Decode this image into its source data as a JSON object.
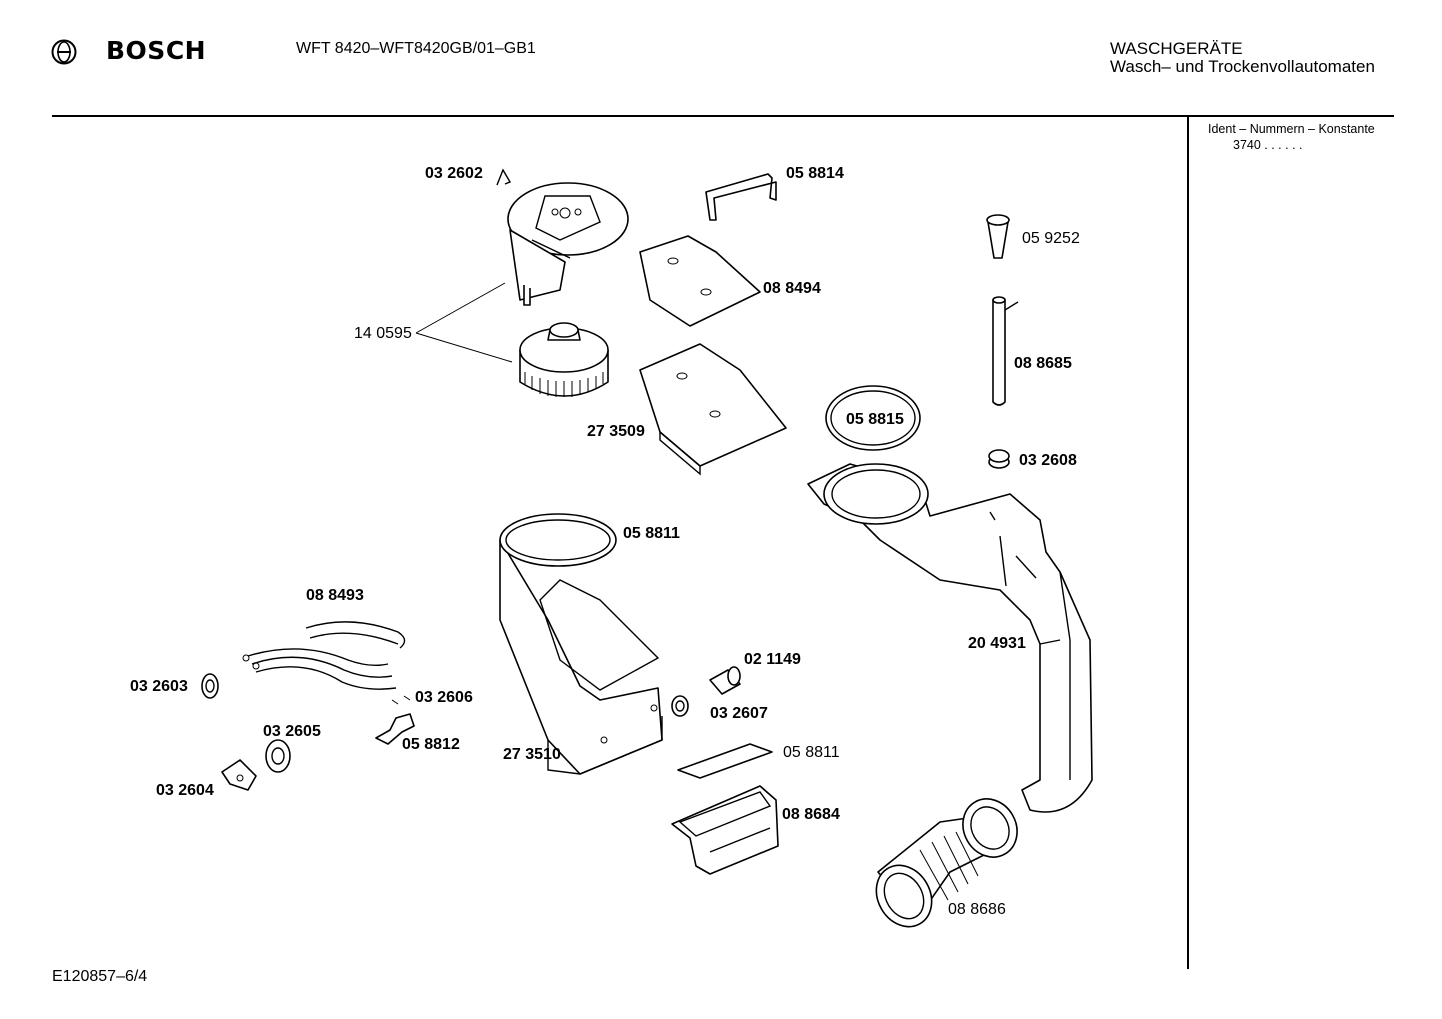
{
  "header": {
    "brand": "BOSCH",
    "model": "WFT 8420–WFT8420GB/01–GB1",
    "category_line1": "WASCHGERÄTE",
    "category_line2": "Wasch– und Trockenvollautomaten"
  },
  "side_panel": {
    "ident_title": "Ident – Nummern – Konstante",
    "ident_value": "3740 . . . . . ."
  },
  "footer": {
    "doc_code": "E120857–6/4"
  },
  "part_labels": {
    "p032602": "03 2602",
    "p058814": "05 8814",
    "p059252": "05 9252",
    "p088494": "08 8494",
    "p140595": "14 0595",
    "p088685": "08 8685",
    "p058815": "05 8815",
    "p273509": "27 3509",
    "p032608": "03 2608",
    "p058811a": "05 8811",
    "p088493": "08 8493",
    "p204931": "20 4931",
    "p021149": "02 1149",
    "p032603": "03 2603",
    "p032606": "03 2606",
    "p032607": "03 2607",
    "p032605": "03 2605",
    "p058812": "05 8812",
    "p273510": "27 3510",
    "p058811b": "05 8811",
    "p032604": "03 2604",
    "p088684": "08 8684",
    "p088686": "08 8686"
  }
}
